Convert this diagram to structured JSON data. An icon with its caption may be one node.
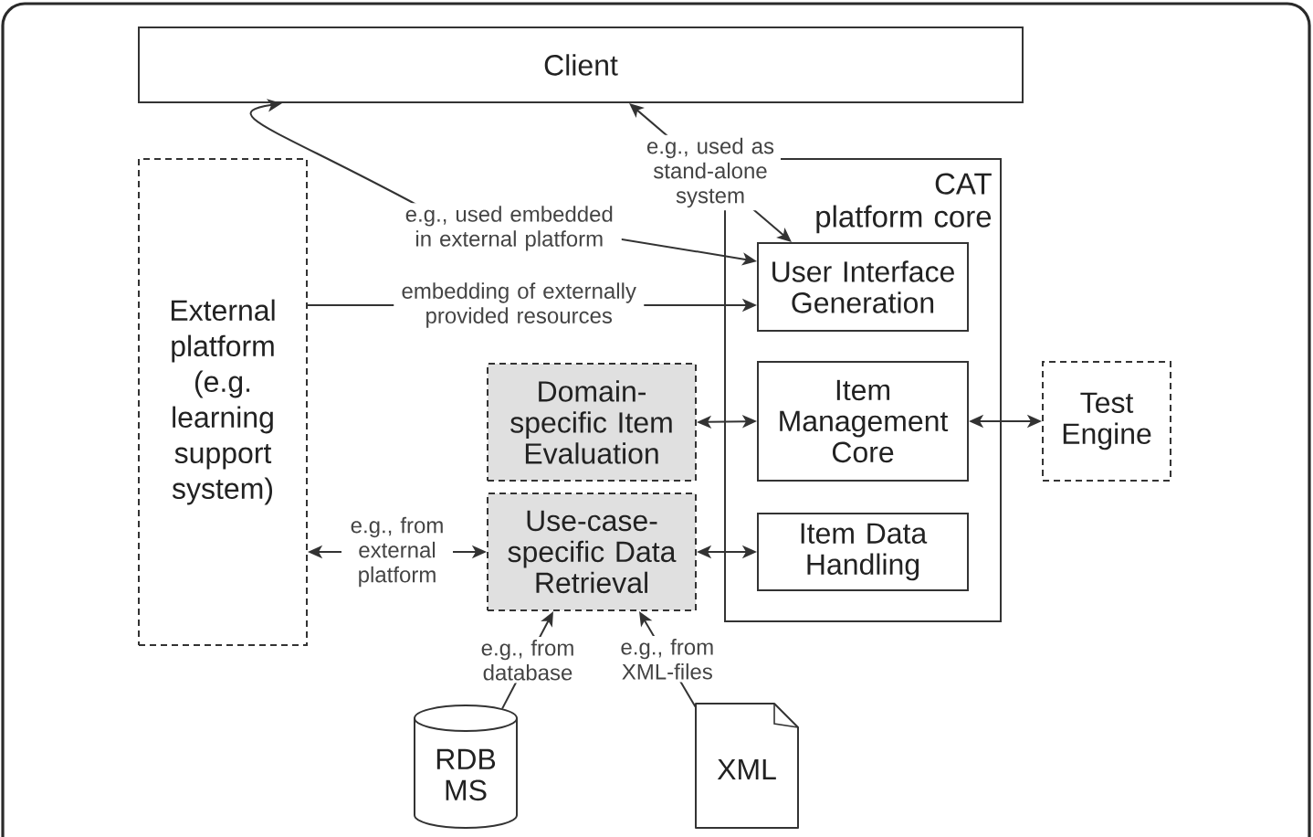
{
  "diagram": {
    "nodes": [
      {
        "text": [
          "Client"
        ]
      },
      {
        "text": [
          "External platform (e.g. learning support system)"
        ]
      },
      {
        "text": [
          "CAT platform core"
        ]
      },
      {
        "text": [
          "User Interface Generation"
        ],
        "in": 2
      },
      {
        "text": [
          "Item Management Core"
        ],
        "in": 2
      },
      {
        "text": [
          "Item Data Handling"
        ],
        "in": 2
      },
      {
        "text": [
          "Domain-specific Item Evaluation"
        ]
      },
      {
        "text": [
          "Use-case-specific Data Retrieval"
        ]
      },
      {
        "text": [
          "Test Engine"
        ]
      },
      {
        "text": [
          "RDB MS"
        ]
      },
      {
        "text": [
          "XML"
        ]
      }
    ],
    "edges": [
      {
        "from": 3,
        "to": 0,
        "arrow": "both",
        "label": "e.g., used as stand-alone system"
      },
      {
        "from": 3,
        "to": 0,
        "arrow": "both",
        "label": "e.g., used embedded in external platform"
      },
      {
        "from": 1,
        "to": 3,
        "arrow": "to",
        "label": "embedding of externally provided resources"
      },
      {
        "from": 6,
        "to": 4,
        "arrow": "both"
      },
      {
        "from": 4,
        "to": 8,
        "arrow": "both"
      },
      {
        "from": 1,
        "to": 7,
        "arrow": "both",
        "label": "e.g., from external platform"
      },
      {
        "from": 7,
        "to": 5,
        "arrow": "both"
      },
      {
        "from": 9,
        "to": 7,
        "arrow": "to",
        "label": "e.g., from database"
      },
      {
        "from": 10,
        "to": 7,
        "arrow": "to",
        "label": "e.g., from XML-files"
      }
    ]
  }
}
